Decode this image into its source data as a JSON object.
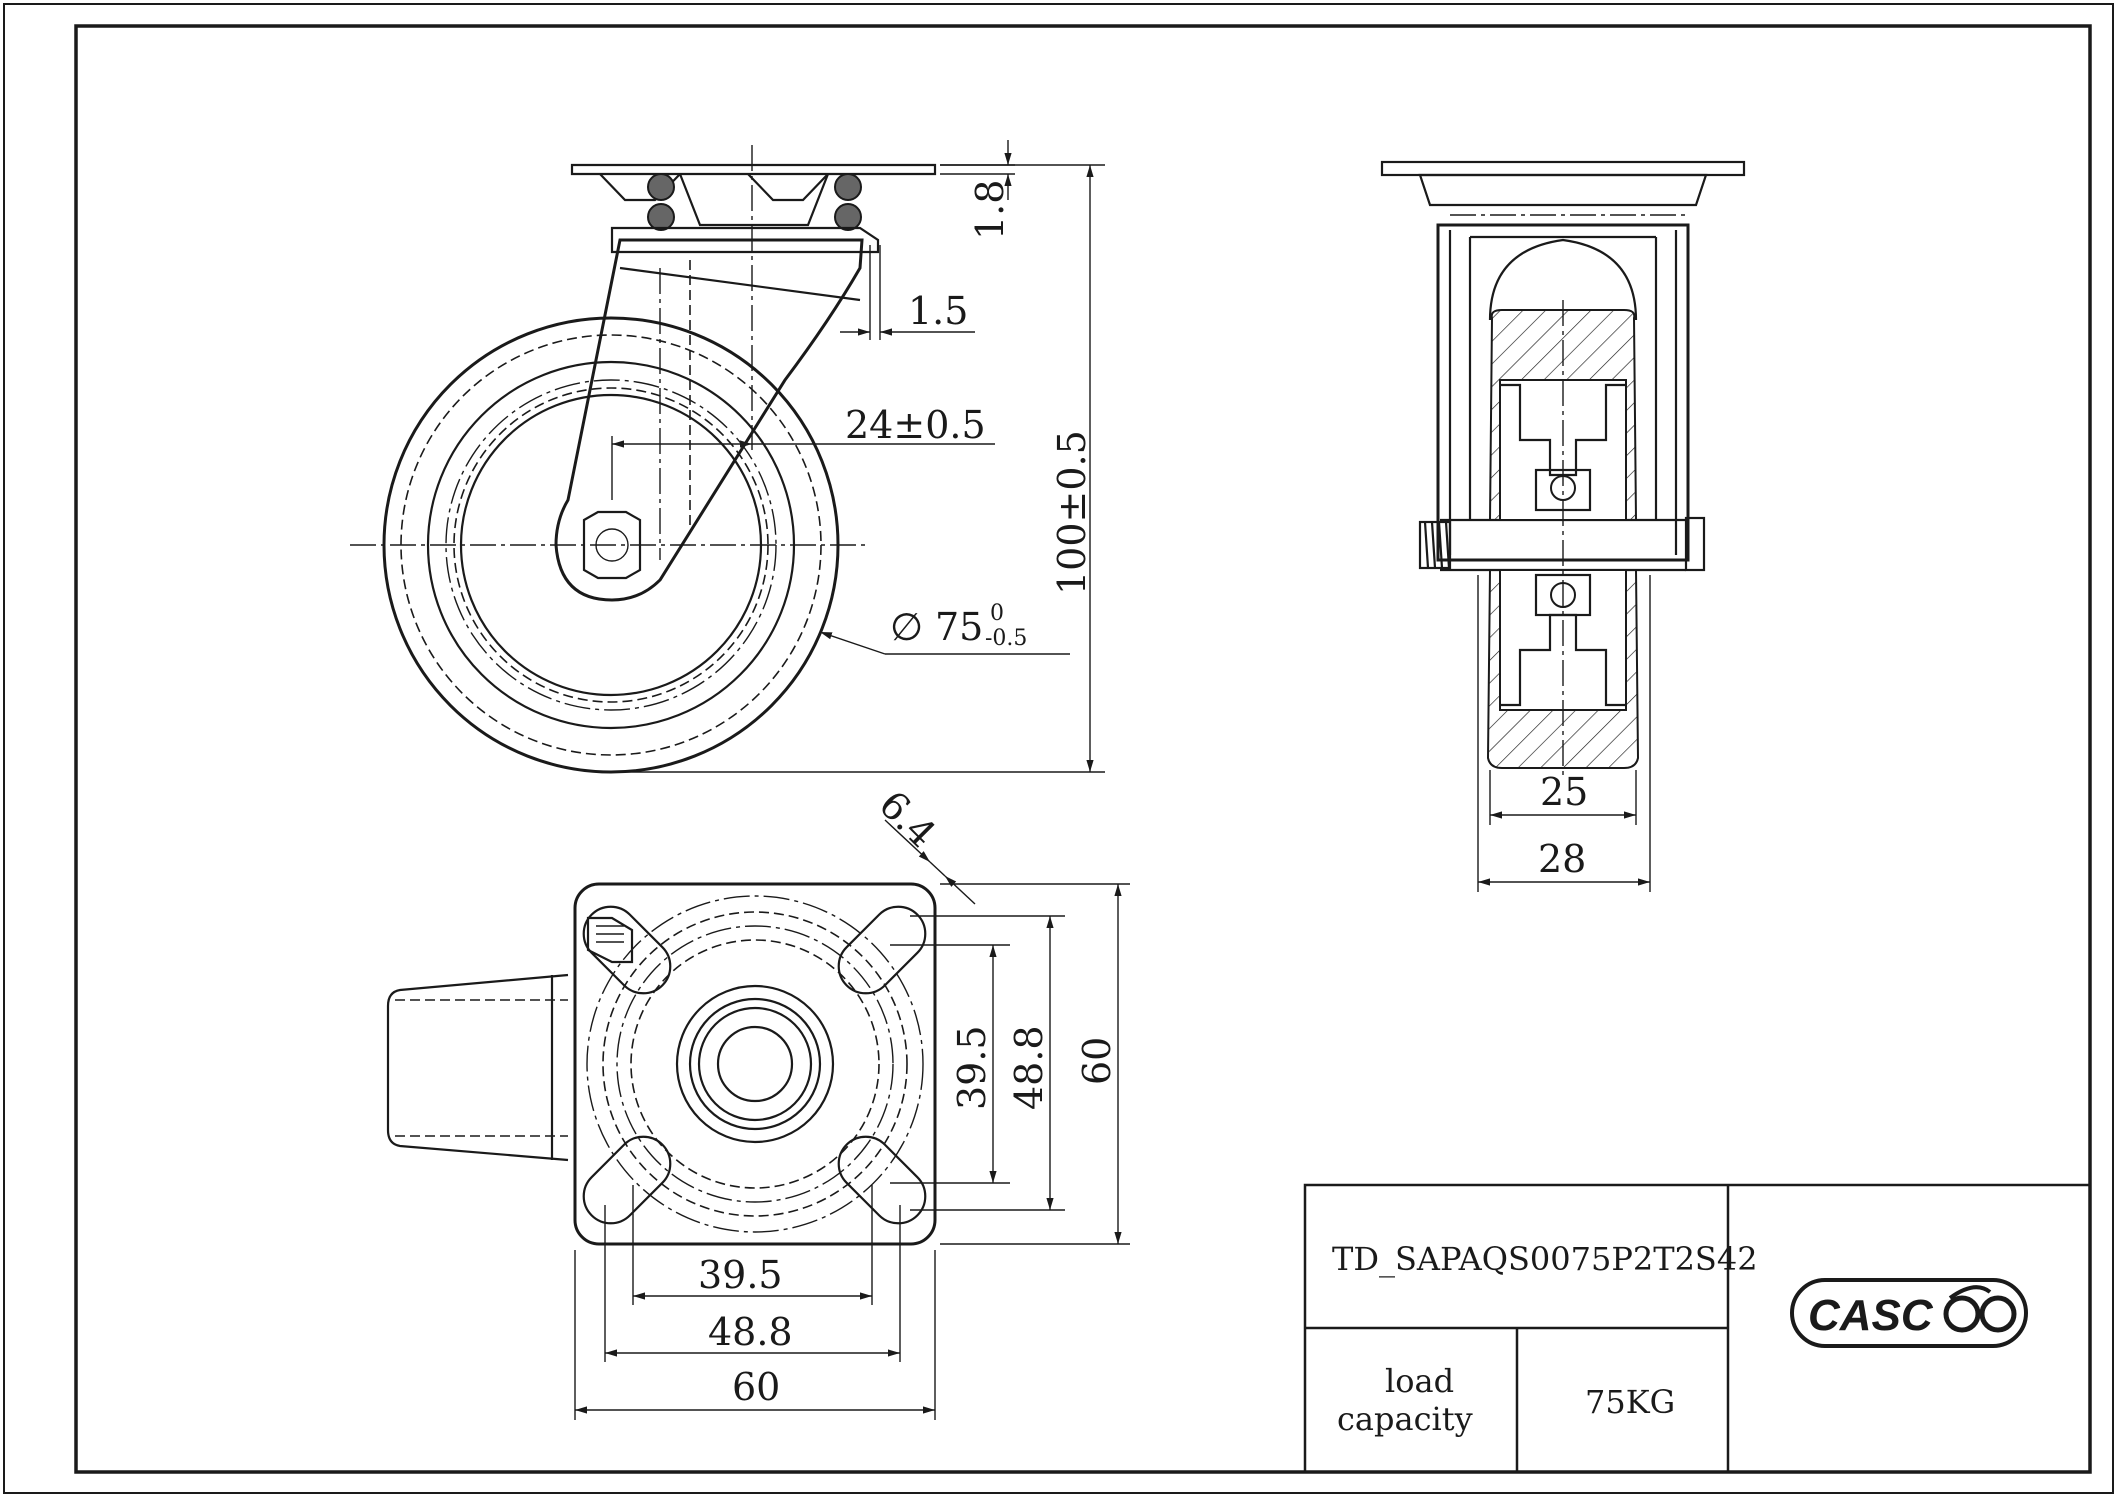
{
  "dimensions": {
    "plate_thickness": "1.8",
    "swivel_offset": "1.5",
    "eccentric": "24±0.5",
    "total_height": "100±0.5",
    "wheel_dia_symbol": "∅",
    "wheel_dia": "75",
    "wheel_tol_upper": "0",
    "wheel_tol_lower": "-0.5",
    "slot_width": "6.4",
    "wheel_width": "25",
    "fork_width": "28",
    "hole_spacing_v1": "39.5",
    "hole_spacing_v2": "48.8",
    "plate_height": "60",
    "hole_spacing_h1": "39.5",
    "hole_spacing_h2": "48.8",
    "plate_width": "60"
  },
  "title_block": {
    "part_number": "TD_SAPAQS0075P2T2S42",
    "load_label_line1": "load",
    "load_label_line2": "capacity",
    "load_value": "75KG",
    "logo_text": "CASC",
    "logo_icon": "ball-caster-icon"
  }
}
